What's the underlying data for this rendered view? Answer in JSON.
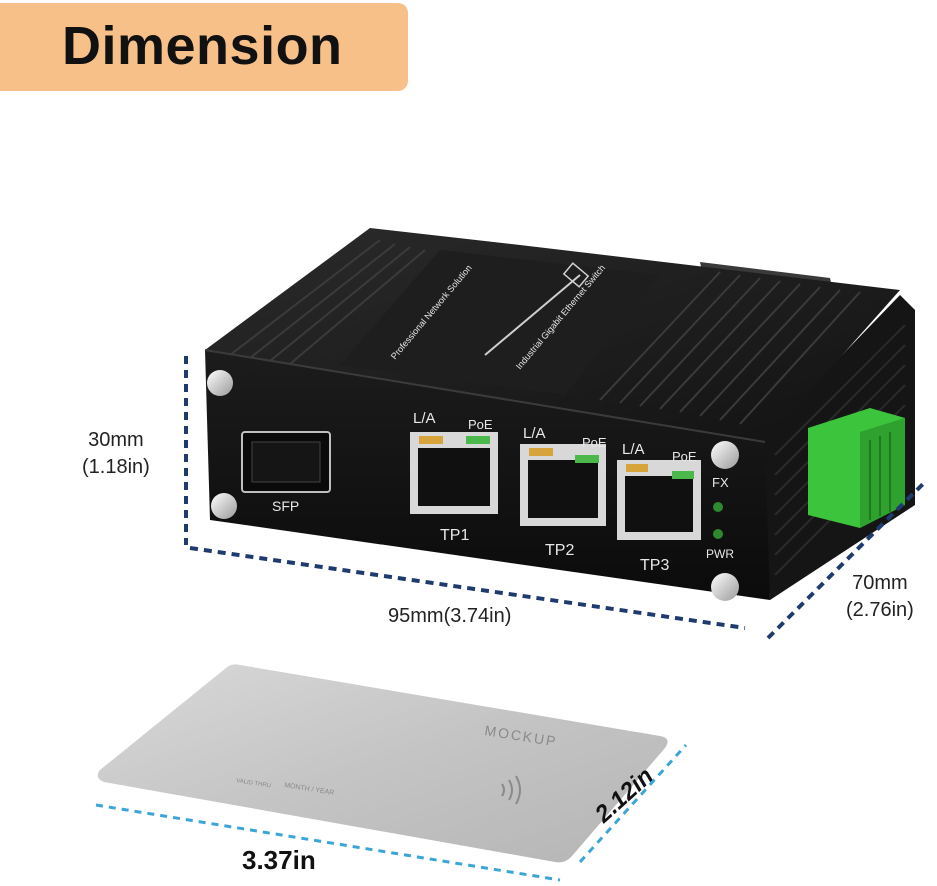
{
  "header": {
    "title": "Dimension"
  },
  "dimensions": {
    "height": "30mm",
    "height_in": "(1.18in)",
    "length": "95mm(3.74in)",
    "depth": "70mm",
    "depth_in": "(2.76in)"
  },
  "device": {
    "top_text_1": "Professional Network Solution",
    "top_text_2": "Industrial Gigabit Ethernet Switch",
    "sfp_label": "SFP",
    "ports": [
      {
        "name": "TP1",
        "la": "L/A",
        "poe": "PoE"
      },
      {
        "name": "TP2",
        "la": "L/A",
        "poe": "PoE"
      },
      {
        "name": "TP3",
        "la": "L/A",
        "poe": "PoE"
      }
    ],
    "fx_label": "FX",
    "pwr_label": "PWR"
  },
  "card": {
    "brand": "MOCKUP",
    "expiry": "MONTH / YEAR",
    "valid": "VALID THRU",
    "width": "3.37in",
    "height": "2.12in"
  },
  "colors": {
    "badge": "#f7c088",
    "dim_line_device": "#1f3b6e",
    "dim_line_card": "#3aa6d8",
    "terminal": "#3cc43c"
  }
}
